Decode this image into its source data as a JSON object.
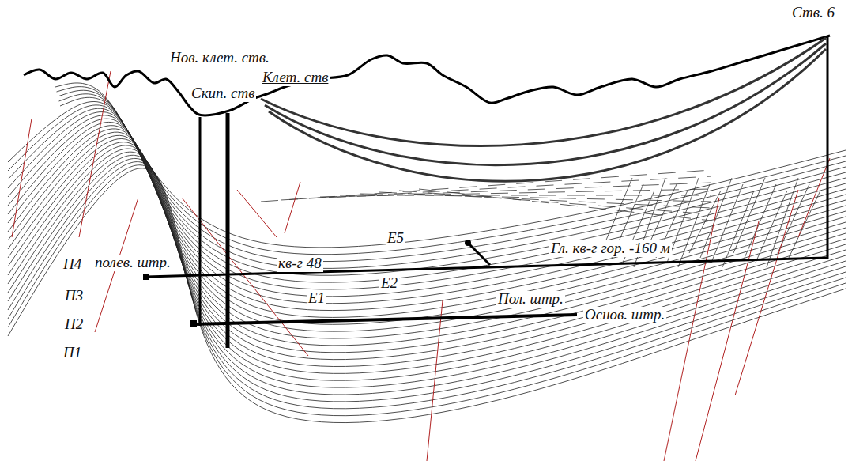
{
  "diagram": {
    "labels": [
      "Ств. 6",
      "Нов. клет. ств.",
      "Клет. ств",
      "Скип. ств",
      "П4",
      "полев. штр.",
      "П3",
      "П2",
      "П1",
      "Е5",
      "кв-г 48",
      "Е2",
      "Е1",
      "Гл. кв-г гор. -160 м",
      "Пол. штр.",
      "Основ. штр."
    ]
  }
}
